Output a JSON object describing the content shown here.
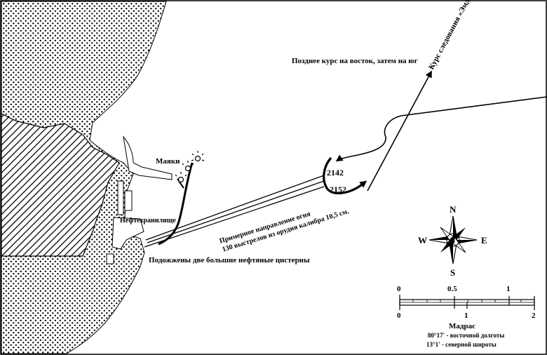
{
  "labels": {
    "later_course": "Позднее курс на восток, затем на юг",
    "emden_course": "Курс следования «Эмдена»",
    "lighthouses": "Маяки",
    "oil_storage": "Нефтехранилище",
    "fire_direction_line1": "Примерное направление огня",
    "fire_direction_line2": "130 выстрелов из орудия калибра 10,5 см.",
    "tanks_burned": "Подожжены две большие нефтяные цистерны",
    "time_1": "2142",
    "time_2": "2152"
  },
  "compass": {
    "north": "N",
    "south": "S",
    "east": "E",
    "west": "W"
  },
  "scale": {
    "top_ticks": [
      "0",
      "0.5",
      "1"
    ],
    "bottom_ticks": [
      "0",
      "1",
      "2"
    ]
  },
  "info": {
    "city": "Мадрас",
    "longitude": "80°17' - восточной долготы",
    "latitude": "13°1' - северной широты"
  }
}
